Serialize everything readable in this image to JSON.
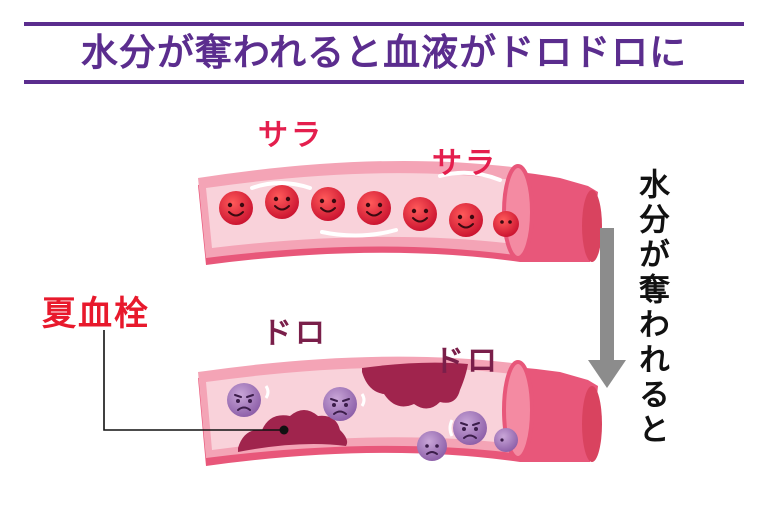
{
  "title": "水分が奪われると血液がドロドロに",
  "labels": {
    "smooth_1": "サラ",
    "smooth_2": "サラ",
    "sticky_1": "ドロ",
    "sticky_2": "ドロ",
    "clot": "夏血栓",
    "arrow_caption": "水分が奪われると"
  },
  "colors": {
    "title": "#5b2d8e",
    "vessel_outer": "#e8577a",
    "vessel_inner": "#f7c5cf",
    "red_cell": "#e11f33",
    "sick_cell": "#9a6cb0",
    "clot": "#a0244d",
    "arrow": "#8c8c8c"
  }
}
